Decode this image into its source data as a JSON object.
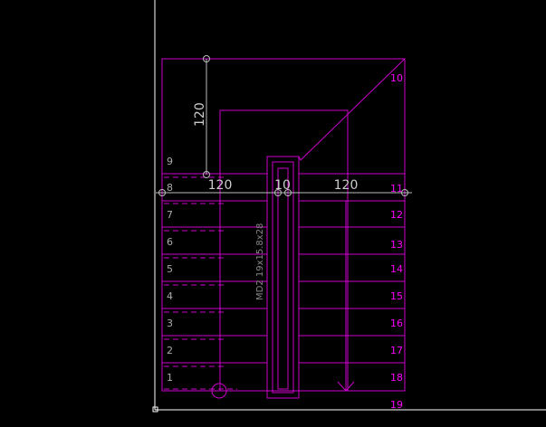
{
  "drawing": {
    "colors": {
      "background": "#000000",
      "stair": "#cc00cc",
      "text": "#cccccc",
      "dim_line": "#bbbbbb",
      "border": "#ffffff"
    },
    "left_step_numbers": [
      "1",
      "2",
      "3",
      "4",
      "5",
      "6",
      "7",
      "8",
      "9"
    ],
    "right_step_numbers": [
      "10",
      "11",
      "12",
      "13",
      "14",
      "15",
      "16",
      "17",
      "18",
      "19"
    ],
    "dimensions": {
      "vertical": "120",
      "left_width": "120",
      "gap_width": "10",
      "right_width": "120"
    },
    "stair_label": "MD2 19x15.8x28"
  }
}
